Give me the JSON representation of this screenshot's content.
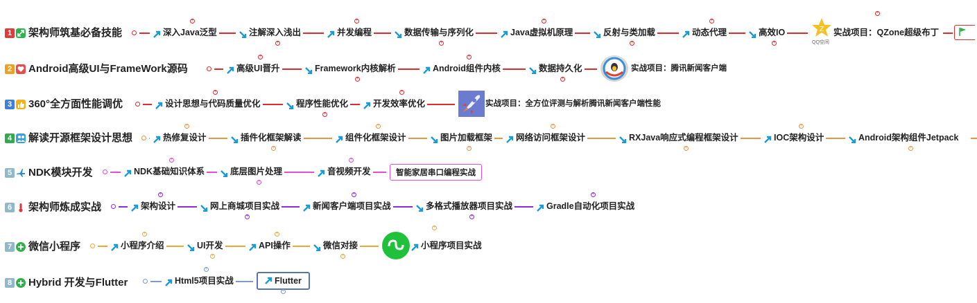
{
  "colors": {
    "row1": "#e02b2b",
    "row2": "#e02b2b",
    "row3": "#e02b2b",
    "row4": "#e8954a",
    "row5": "#e44dd6",
    "row6": "#8a2be2",
    "row7": "#e8a83a",
    "row8": "#7b9bd1",
    "arrow": "#1a9ad6"
  },
  "rows": [
    {
      "number": "1",
      "title": "架构师筑基必备技能",
      "items": [
        "深入Java泛型",
        "注解深入浅出",
        "并发编程",
        "数据传输与序列化",
        "Java虚拟机原理",
        "反射与类加载",
        "动态代理",
        "高效IO"
      ],
      "project": "实战项目：QZone超级布丁",
      "project_icon_caption": "QQ空间"
    },
    {
      "number": "2",
      "title": "Android高级UI与FrameWork源码",
      "items": [
        "高级UI晋升",
        "Framework内核解析",
        "Android组件内核",
        "数据持久化"
      ],
      "project": "实战项目：腾讯新闻客户端"
    },
    {
      "number": "3",
      "title": "360°全方面性能调优",
      "items": [
        "设计思想与代码质量优化",
        "程序性能优化",
        "开发效率优化"
      ],
      "project": "实战项目：全方位评测与解析腾讯新闻客户端性能"
    },
    {
      "number": "4",
      "title": "解读开源框架设计思想",
      "items": [
        "热修复设计",
        "插件化框架解读",
        "组件化框架设计",
        "图片加载框架",
        "网络访问框架设计",
        "RXJava响应式编程框架设计",
        "IOC架构设计",
        "Android架构组件Jetpack"
      ]
    },
    {
      "number": "5",
      "title": "NDK模块开发",
      "items": [
        "NDK基础知识体系",
        "底层图片处理",
        "音视频开发"
      ],
      "project": "智能家居串口编程实战"
    },
    {
      "number": "6",
      "title": "架构师炼成实战",
      "items": [
        "架构设计",
        "网上商城项目实战",
        "新闻客户端项目实战",
        "多格式播放器项目实战",
        "Gradle自动化项目实战"
      ]
    },
    {
      "number": "7",
      "title": "微信小程序",
      "items": [
        "小程序介绍",
        "UI开发",
        "API操作",
        "微信对接"
      ],
      "project": "小程序项目实战"
    },
    {
      "number": "8",
      "title": "Hybrid 开发与Flutter",
      "items": [
        "Html5项目实战"
      ],
      "project": "Flutter"
    }
  ]
}
